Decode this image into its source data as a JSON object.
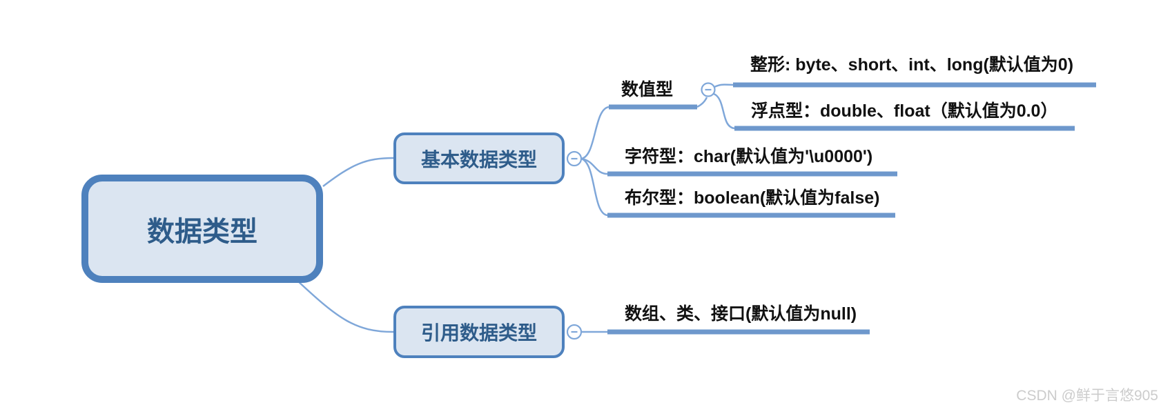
{
  "colors": {
    "node_border": "#4e81bd",
    "node_fill": "#dbe5f1",
    "node_text": "#2e5c8a",
    "branch_line": "#7fa7d9",
    "topic_underline": "#6e98cc",
    "leaf_text": "#111111",
    "watermark_text": "#cccccc"
  },
  "mindmap": {
    "root": {
      "label": "数据类型"
    },
    "branches": [
      {
        "label": "基本数据类型",
        "collapse_icon": "minus-circle",
        "children": [
          {
            "label": "数值型",
            "collapse_icon": "minus-circle",
            "children": [
              {
                "label": "整形: byte、short、int、long(默认值为0)"
              },
              {
                "label": "浮点型：double、float（默认值为0.0）"
              }
            ]
          },
          {
            "label": "字符型：char(默认值为'\\u0000')"
          },
          {
            "label": "布尔型：boolean(默认值为false)"
          }
        ]
      },
      {
        "label": "引用数据类型",
        "collapse_icon": "minus-circle",
        "children": [
          {
            "label": "数组、类、接口(默认值为null)"
          }
        ]
      }
    ]
  },
  "watermark": "CSDN @鲜于言悠905"
}
